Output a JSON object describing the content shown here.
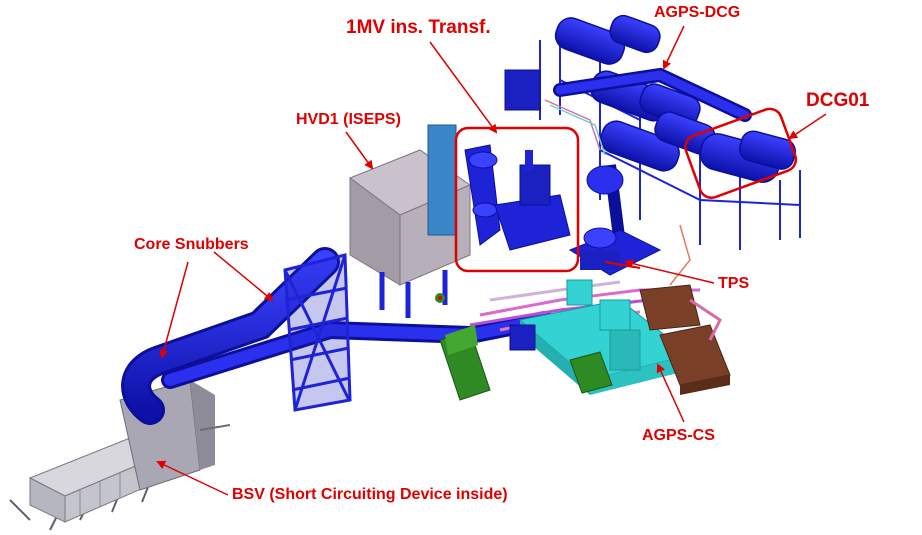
{
  "labels": {
    "mv_transformer": "1MV ins. Transf.",
    "agps_dcg": "AGPS-DCG",
    "dcg01": "DCG01",
    "hvd1": "HVD1 (ISEPS)",
    "core_snubbers": "Core Snubbers",
    "tps": "TPS",
    "agps_cs": "AGPS-CS",
    "bsv": "BSV (Short Circuiting Device inside)"
  },
  "colors": {
    "annotation": "#e00000",
    "equipment_blue": "#1f23d8",
    "equipment_dark_blue": "#0b0f9a",
    "hvd_grey": "#a9a1ab",
    "cyan": "#34d3d3",
    "green": "#2e8a23",
    "brown": "#7a3f27",
    "steel_blue": "#3a86c8"
  }
}
